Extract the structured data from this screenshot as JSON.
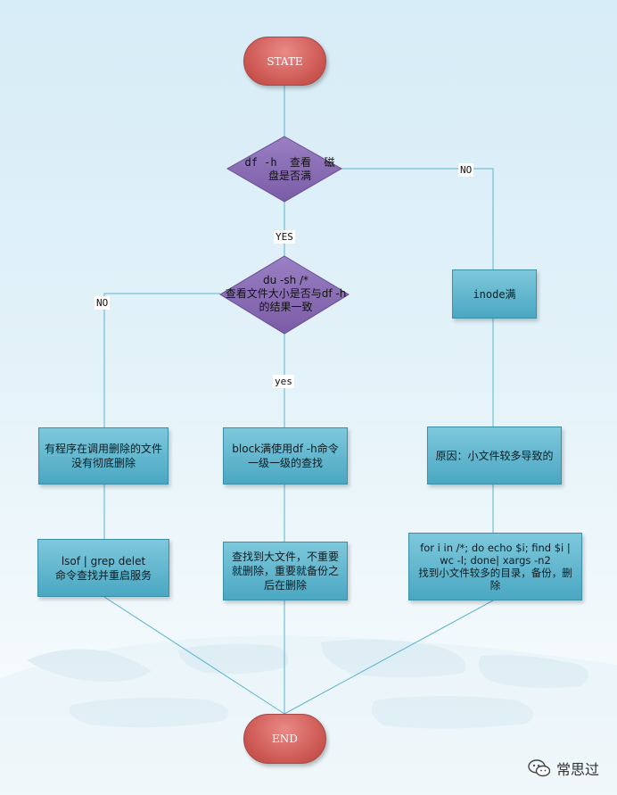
{
  "nodes": {
    "start": "STATE",
    "decision_disk": "df -h  查看  磁盘是否满",
    "decision_du": "du -sh /*\n查看文件大小是否与df -h的结果一致",
    "inode_full": "inode满",
    "deleted_files": "有程序在调用删除的文件没有彻底删除",
    "block_full": "block满使用df -h命令一级一级的查找",
    "cause_small_files": "原因：小文件较多导致的",
    "lsof_restart": "lsof | grep delet\n命令查找并重启服务",
    "find_big_files": "查找到大文件，不重要就删除，重要就备份之后在删除",
    "find_small_files": "for i in /*; do echo $i; find $i | wc -l; done| xargs -n2\n找到小文件较多的目录，备份，删除",
    "end": "END"
  },
  "edges": {
    "disk_no": "NO",
    "disk_yes": "YES",
    "du_no": "NO",
    "du_yes": "yes"
  },
  "watermark": "常思过",
  "colors": {
    "terminal": "#d05d58",
    "decision": "#8a6bb4",
    "process": "#4aa7c2",
    "connector": "#5cb4cf"
  }
}
